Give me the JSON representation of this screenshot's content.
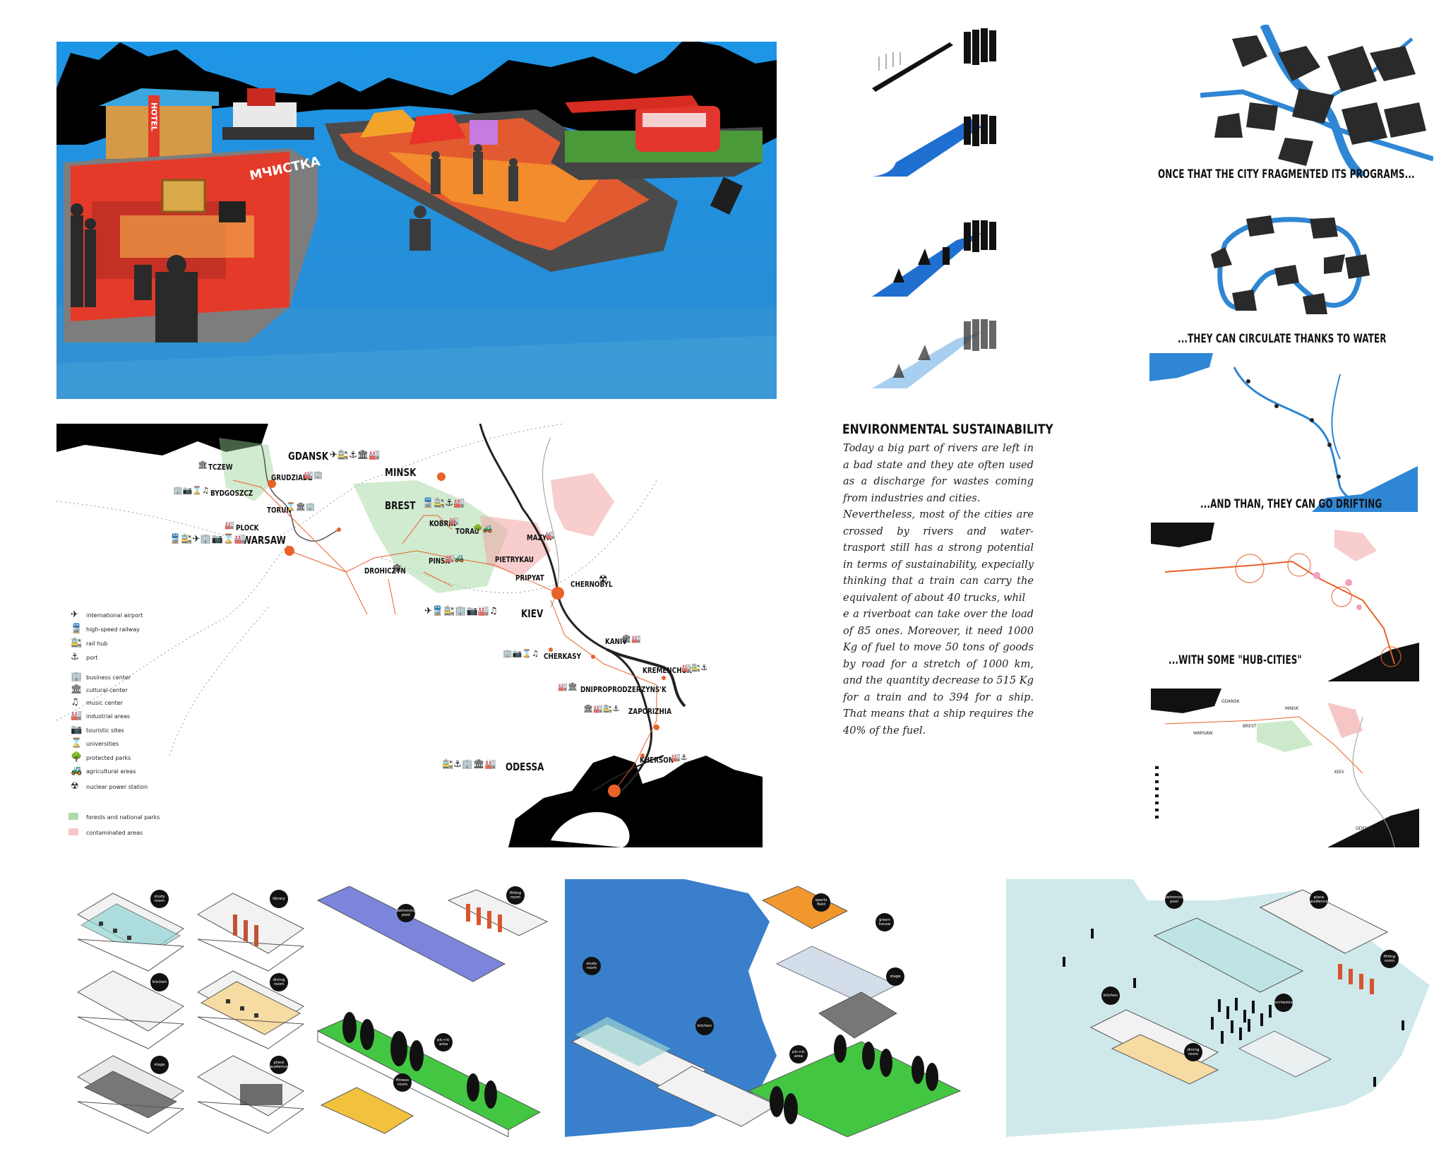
{
  "collage": {
    "hotel_sign": "HOTEL",
    "boat_sign": "МЧИСТКА"
  },
  "map": {
    "cities": {
      "gdansk": "GDANSK",
      "tczew": "TCZEW",
      "grudziadz": "GRUDZIADZ",
      "bydgoszcz": "BYDGOSZCZ",
      "torun": "TORUN",
      "plock": "PLOCK",
      "warsaw": "WARSAW",
      "minsk": "MINSK",
      "brest": "BREST",
      "kobrin": "KOBRIN",
      "torau": "TORAU",
      "mazyr": "MAZYR",
      "pinsk": "PINSK",
      "pietrykau": "PIETRYKAU",
      "drohiczyn": "DROHICZYN",
      "pripyat": "PRIPYAT",
      "chernobyl": "CHERNOBYL",
      "kiev": "KIEV",
      "kaniv": "KANIV",
      "cherkasy": "CHERKASY",
      "kremenchuk": "KREMENCHUK",
      "dniprodzerzynsk": "DNIPROPRODZERZYNS'K",
      "zaporizhia": "ZAPORIZHIA",
      "kherson": "KHERSON",
      "odessa": "ODESSA"
    },
    "legend": [
      {
        "icon": "airplane-icon",
        "glyph": "✈",
        "label": "international airport"
      },
      {
        "icon": "train-fast-icon",
        "glyph": "🚆",
        "label": "high-speed railway"
      },
      {
        "icon": "train-icon",
        "glyph": "🚉",
        "label": "rail hub"
      },
      {
        "icon": "anchor-icon",
        "glyph": "⚓",
        "label": "port"
      },
      {
        "icon": "building-icon",
        "glyph": "🏢",
        "label": "business center"
      },
      {
        "icon": "museum-icon",
        "glyph": "🏛",
        "label": "cultural center"
      },
      {
        "icon": "music-icon",
        "glyph": "♫",
        "label": "music center"
      },
      {
        "icon": "factory-icon",
        "glyph": "🏭",
        "label": "industrial areas"
      },
      {
        "icon": "camera-icon",
        "glyph": "📷",
        "label": "touristic sites"
      },
      {
        "icon": "university-icon",
        "glyph": "⌛",
        "label": "universities"
      },
      {
        "icon": "tree-icon",
        "glyph": "🌳",
        "label": "protected parks"
      },
      {
        "icon": "tractor-icon",
        "glyph": "🚜",
        "label": "agricultural areas"
      },
      {
        "icon": "nuclear-icon",
        "glyph": "☢",
        "label": "nuclear power station"
      }
    ],
    "legend_areas": [
      {
        "label": "forests and national parks",
        "color": "#7ac27a"
      },
      {
        "label": "contaminated areas",
        "color": "#f0a0a0"
      }
    ]
  },
  "text": {
    "title": "ENVIRONMENTAL SUSTAINABILITY",
    "p1": "Today a big part of rivers are left in a bad state and they ate often used as a discharge for wastes coming from industries and cities.",
    "p2": "Nevertheless, most of the cities are crossed by rivers and water-trasport still has a strong potential in terms of sustainability, expecially thinking that a train can carry the equivalent of about 40 trucks, whil",
    "p3": "e a riverboat can take over the load of 85 ones. Moreover, it need 1000 Kg of fuel to move 50 tons of goods by road for a stretch of 1000 km, and the quantity decrease to 515 Kg for a train and to 394 for a ship. That means that a ship requires the 40% of the fuel."
  },
  "captions": {
    "c1": "ONCE THAT THE CITY FRAGMENTED ITS PROGRAMS...",
    "c2": "...THEY CAN CIRCULATE THANKS TO WATER",
    "c3": "...AND THAN, THEY CAN GO DRIFTING",
    "c4": "...WITH SOME \"HUB-CITIES\""
  },
  "modules": {
    "study": "study room",
    "library": "library",
    "swimming": "swimming pool",
    "fitting": "fitting room",
    "kitchen": "kitchen",
    "dining": "dining room",
    "picnic": "pic-nic area",
    "stage": "stage",
    "audience": "place audience",
    "fitness": "fitness room",
    "sport": "sports field",
    "greenhouse": "green house",
    "orchestra": "orchestra"
  },
  "colors": {
    "water": "#2f86d4",
    "water_light": "#cfe9ea",
    "accent": "#e8622a",
    "boat_red": "#e43a2a",
    "green": "#3ec43e",
    "orange": "#f2962e",
    "purple": "#6f7fd8",
    "yellow": "#f3c23a"
  }
}
